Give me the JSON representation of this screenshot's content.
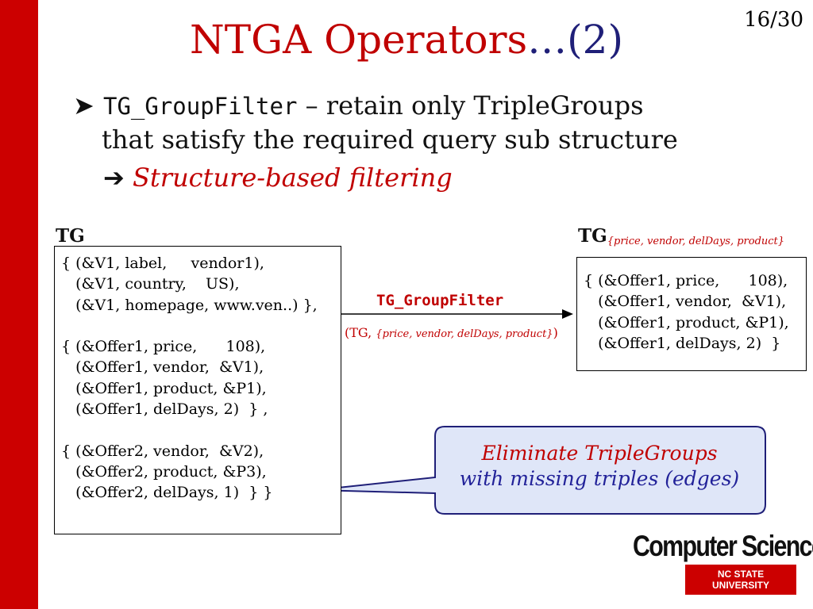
{
  "slide": {
    "page_number": "16/30",
    "title_main": "NTGA Operators",
    "title_ellipsis": "…",
    "title_suffix": "(2)"
  },
  "bullet": {
    "operator": "TG_GroupFilter",
    "desc_part1": " – retain only TripleGroups",
    "desc_part2": "that satisfy the required query sub structure",
    "arrow": "➔",
    "emphasis": "Structure-based filtering"
  },
  "left_label": "TG",
  "right_label": "TG",
  "right_label_sub": "{price, vendor, delDays, product}",
  "left_box": [
    "{ (&V1, label,     vendor1),",
    "   (&V1, country,    US),",
    "   (&V1, homepage, www.ven..) },",
    " ",
    "{ (&Offer1, price,      108),",
    "   (&Offer1, vendor,  &V1),",
    "   (&Offer1, product, &P1),",
    "   (&Offer1, delDays, 2)  } ,",
    " ",
    "{ (&Offer2, vendor,  &V2),",
    "   (&Offer2, product, &P3),",
    "   (&Offer2, delDays, 1)  } }"
  ],
  "right_box": [
    "{ (&Offer1, price,      108),",
    "   (&Offer1, vendor,  &V1),",
    "   (&Offer1, product, &P1),",
    "   (&Offer1, delDays, 2)  }"
  ],
  "operator_label": "TG_GroupFilter",
  "operator_args_prefix": "(TG, ",
  "operator_args_set": "{price, vendor, delDays, product}",
  "operator_args_suffix": ")",
  "callout_line1": "Eliminate TripleGroups",
  "callout_line2": "with missing triples (edges)",
  "logo_text": "Computer Science",
  "logo_sub": "NC STATE UNIVERSITY",
  "colors": {
    "sidebar": "#cc0000",
    "title": "#c00000",
    "callout_fill": "#dfe6f8",
    "callout_border": "#1f1f78"
  }
}
